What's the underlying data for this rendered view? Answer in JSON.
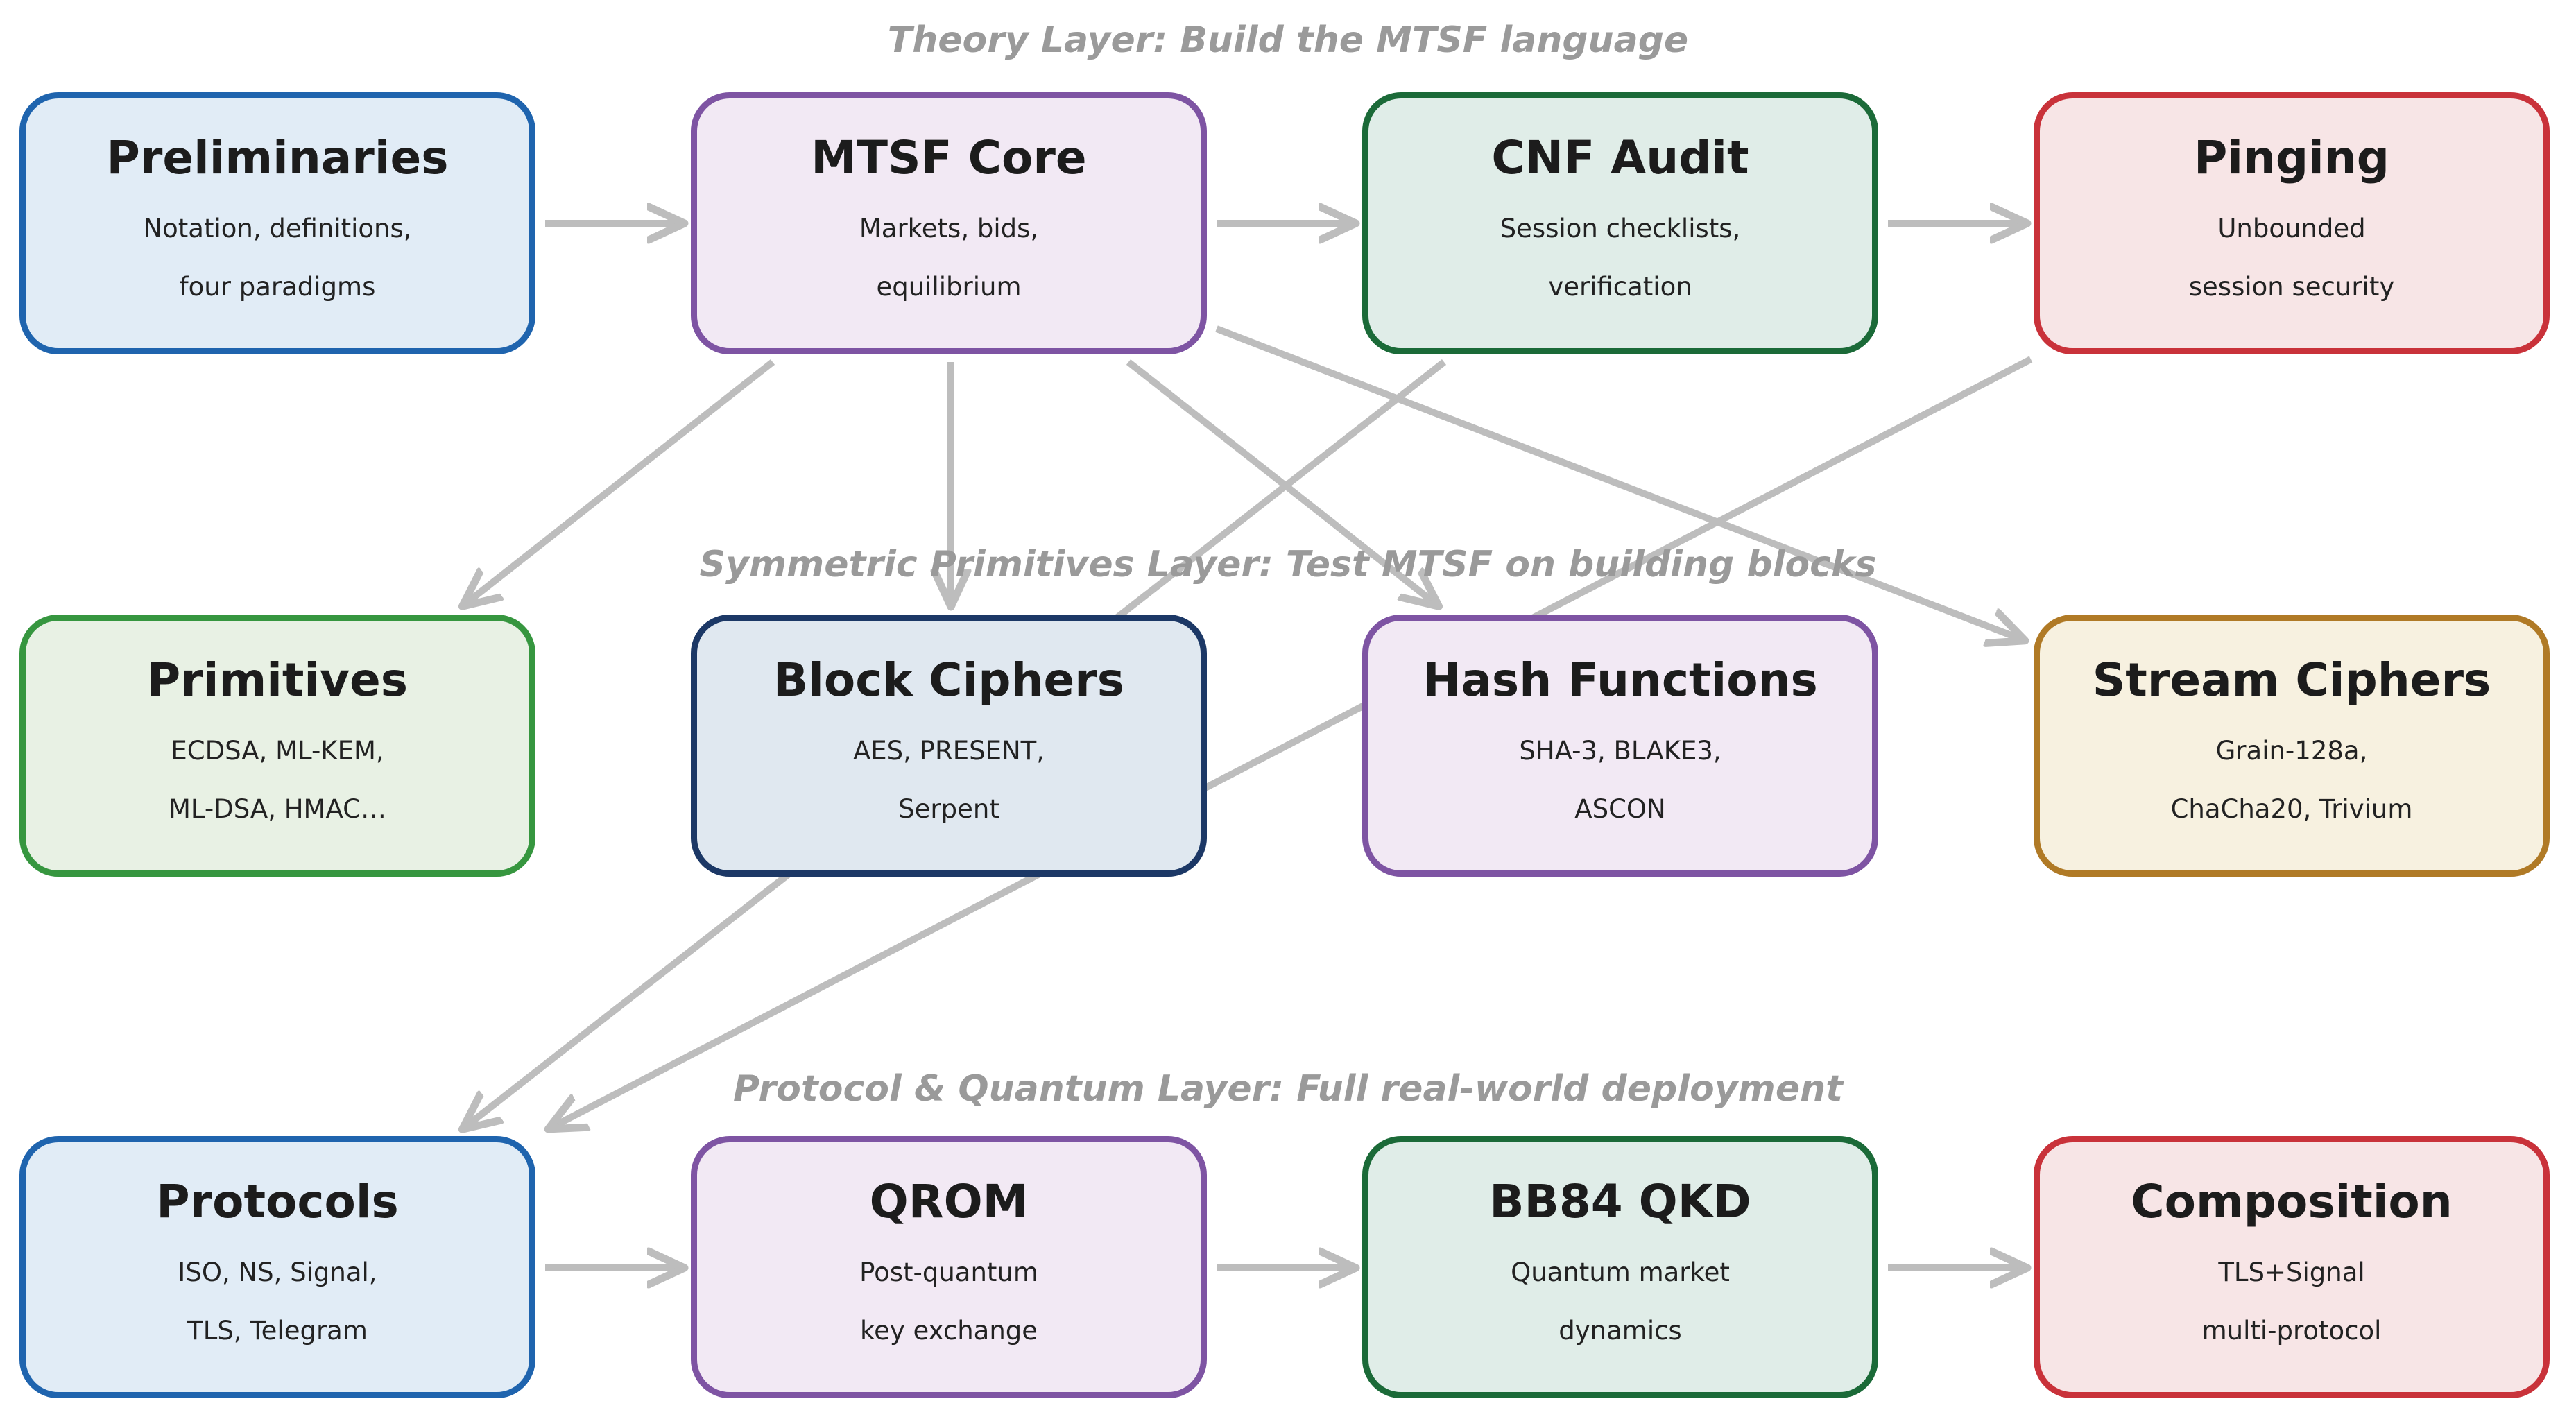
{
  "layers": [
    {
      "title": "Theory Layer: Build the MTSF language"
    },
    {
      "title": "Symmetric Primitives Layer: Test MTSF on building blocks"
    },
    {
      "title": "Protocol & Quantum Layer: Full real-world deployment"
    }
  ],
  "nodes": {
    "preliminaries": {
      "title": "Preliminaries",
      "line1": "Notation, definitions,",
      "line2": "four paradigms"
    },
    "mtsf_core": {
      "title": "MTSF Core",
      "line1": "Markets, bids,",
      "line2": "equilibrium"
    },
    "cnf_audit": {
      "title": "CNF Audit",
      "line1": "Session checklists,",
      "line2": "verification"
    },
    "pinging": {
      "title": "Pinging",
      "line1": "Unbounded",
      "line2": "session security"
    },
    "primitives": {
      "title": "Primitives",
      "line1": "ECDSA, ML-KEM,",
      "line2": "ML-DSA, HMAC…"
    },
    "block_ciphers": {
      "title": "Block Ciphers",
      "line1": "AES, PRESENT,",
      "line2": "Serpent"
    },
    "hash_functions": {
      "title": "Hash Functions",
      "line1": "SHA-3, BLAKE3,",
      "line2": "ASCON"
    },
    "stream_ciphers": {
      "title": "Stream Ciphers",
      "line1": "Grain-128a,",
      "line2": "ChaCha20, Trivium"
    },
    "protocols": {
      "title": "Protocols",
      "line1": "ISO, NS, Signal,",
      "line2": "TLS, Telegram"
    },
    "qrom": {
      "title": "QROM",
      "line1": "Post-quantum",
      "line2": "key exchange"
    },
    "bb84_qkd": {
      "title": "BB84 QKD",
      "line1": "Quantum market",
      "line2": "dynamics"
    },
    "composition": {
      "title": "Composition",
      "line1": "TLS+Signal",
      "line2": "multi-protocol"
    }
  },
  "edges": [
    {
      "from": "preliminaries",
      "to": "mtsf_core"
    },
    {
      "from": "mtsf_core",
      "to": "cnf_audit"
    },
    {
      "from": "cnf_audit",
      "to": "pinging"
    },
    {
      "from": "mtsf_core",
      "to": "primitives"
    },
    {
      "from": "mtsf_core",
      "to": "block_ciphers"
    },
    {
      "from": "mtsf_core",
      "to": "hash_functions"
    },
    {
      "from": "mtsf_core",
      "to": "stream_ciphers"
    },
    {
      "from": "cnf_audit",
      "to": "protocols"
    },
    {
      "from": "pinging",
      "to": "protocols"
    },
    {
      "from": "protocols",
      "to": "qrom"
    },
    {
      "from": "qrom",
      "to": "bb84_qkd"
    },
    {
      "from": "bb84_qkd",
      "to": "composition"
    }
  ],
  "colors": {
    "arrow": "#bdbdbd",
    "layer_title": "#9a9a9a"
  }
}
